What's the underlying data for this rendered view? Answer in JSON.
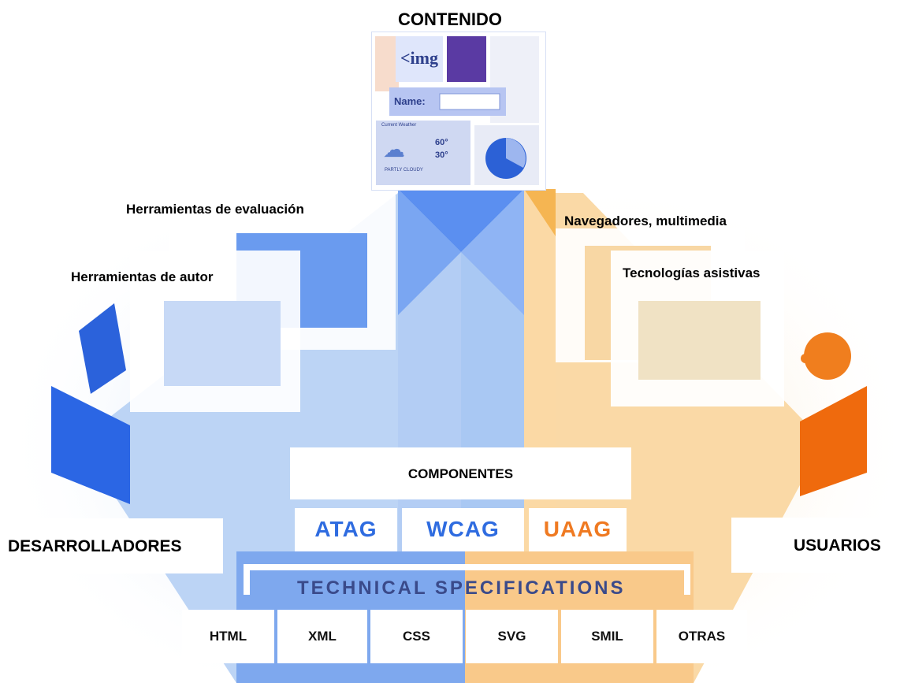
{
  "title": "CONTENIDO",
  "content_image": {
    "img_tag": "<img",
    "name_label": "Name:",
    "weather": {
      "heading": "Current Weather",
      "high": "60°",
      "low": "30°",
      "condition": "PARTLY CLOUDY"
    }
  },
  "tools": {
    "evaluation": "Herramientas de evaluación",
    "authoring": "Herramientas de autor",
    "browsers": "Navegadores, multimedia",
    "assistive": "Tecnologías asistivas"
  },
  "components": {
    "title": "COMPONENTES",
    "guidelines": [
      {
        "label": "ATAG",
        "color": "#2f6ce0"
      },
      {
        "label": "WCAG",
        "color": "#2f6ce0"
      },
      {
        "label": "UAAG",
        "color": "#ef7a22"
      }
    ]
  },
  "actors": {
    "developers": "DESARROLLADORES",
    "users": "USUARIOS"
  },
  "technical_specifications": "TECHNICAL SPECIFICATIONS",
  "specs": [
    "HTML",
    "XML",
    "CSS",
    "SVG",
    "SMIL",
    "OTRAS"
  ],
  "colors": {
    "blue": "#2f6ce0",
    "orange": "#f07a1e",
    "light_blue": "#a9c8f3",
    "light_orange": "#f9d49a"
  }
}
